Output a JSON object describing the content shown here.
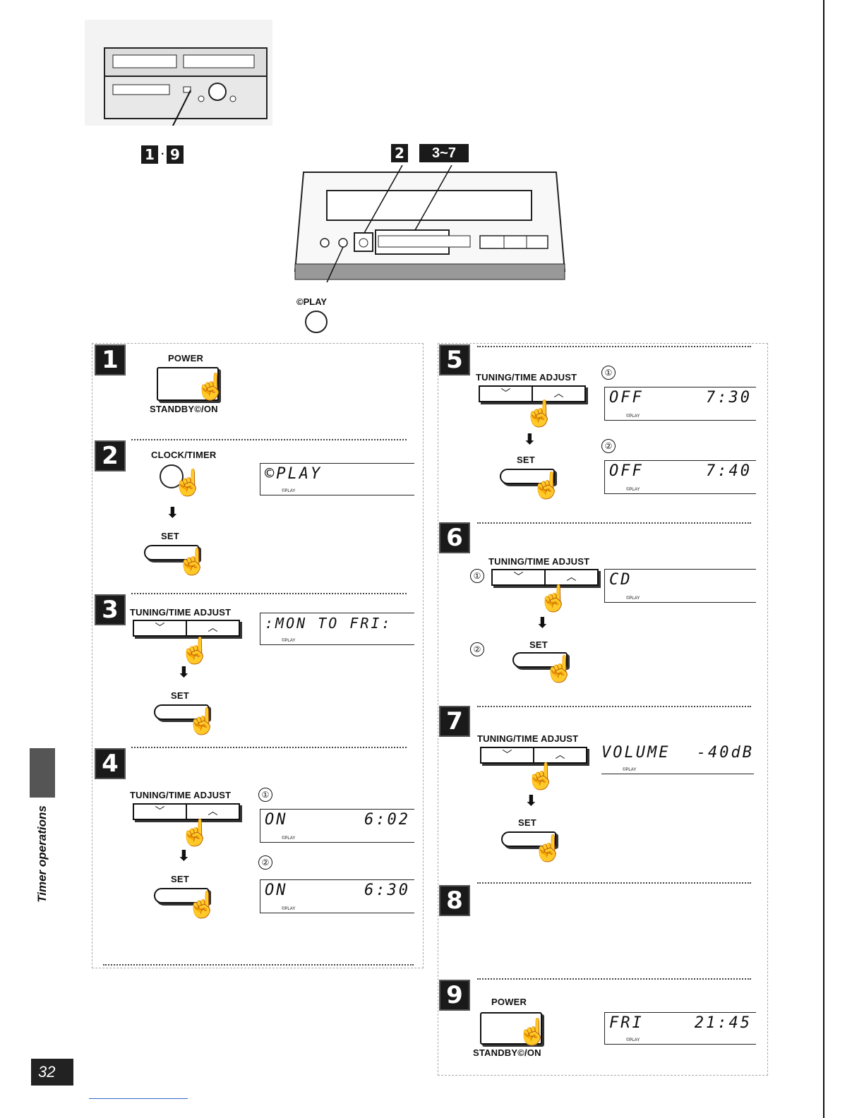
{
  "device_callouts": {
    "top_left": [
      "1",
      "9"
    ],
    "center": [
      "2",
      "3~7"
    ],
    "play_label": "©PLAY"
  },
  "sidebar": {
    "section_title": "Timer operations"
  },
  "page_number": "32",
  "steps": [
    {
      "num": "1",
      "button_top": "POWER",
      "button_bottom": "STANDBY©/ON"
    },
    {
      "num": "2",
      "button": "CLOCK/TIMER",
      "set": "SET",
      "display": {
        "text": "©PLAY",
        "tag": "©PLAY"
      }
    },
    {
      "num": "3",
      "control": "TUNING/TIME ADJUST",
      "set": "SET",
      "display": {
        "text": ":MON TO FRI:",
        "tag": "©PLAY"
      }
    },
    {
      "num": "4",
      "control": "TUNING/TIME ADJUST",
      "set": "SET",
      "displays": [
        {
          "marker": "①",
          "left": "ON",
          "right": "6:02",
          "tag": "©PLAY"
        },
        {
          "marker": "②",
          "left": "ON",
          "right": "6:30",
          "tag": "©PLAY"
        }
      ]
    },
    {
      "num": "5",
      "control": "TUNING/TIME ADJUST",
      "set": "SET",
      "displays": [
        {
          "marker": "①",
          "left": "OFF",
          "right": "7:30",
          "tag": "©PLAY"
        },
        {
          "marker": "②",
          "left": "OFF",
          "right": "7:40",
          "tag": "©PLAY"
        }
      ]
    },
    {
      "num": "6",
      "control": "TUNING/TIME ADJUST",
      "set": "SET",
      "marker1": "①",
      "marker2": "②",
      "display": {
        "text": "CD",
        "tag": "©PLAY"
      }
    },
    {
      "num": "7",
      "control": "TUNING/TIME ADJUST",
      "set": "SET",
      "display": {
        "left": "VOLUME",
        "right": "-40dB",
        "tag": "©PLAY"
      }
    },
    {
      "num": "8"
    },
    {
      "num": "9",
      "button_top": "POWER",
      "button_bottom": "STANDBY©/ON",
      "display": {
        "left": "FRI",
        "right": "21:45",
        "tag": "©PLAY"
      }
    }
  ]
}
